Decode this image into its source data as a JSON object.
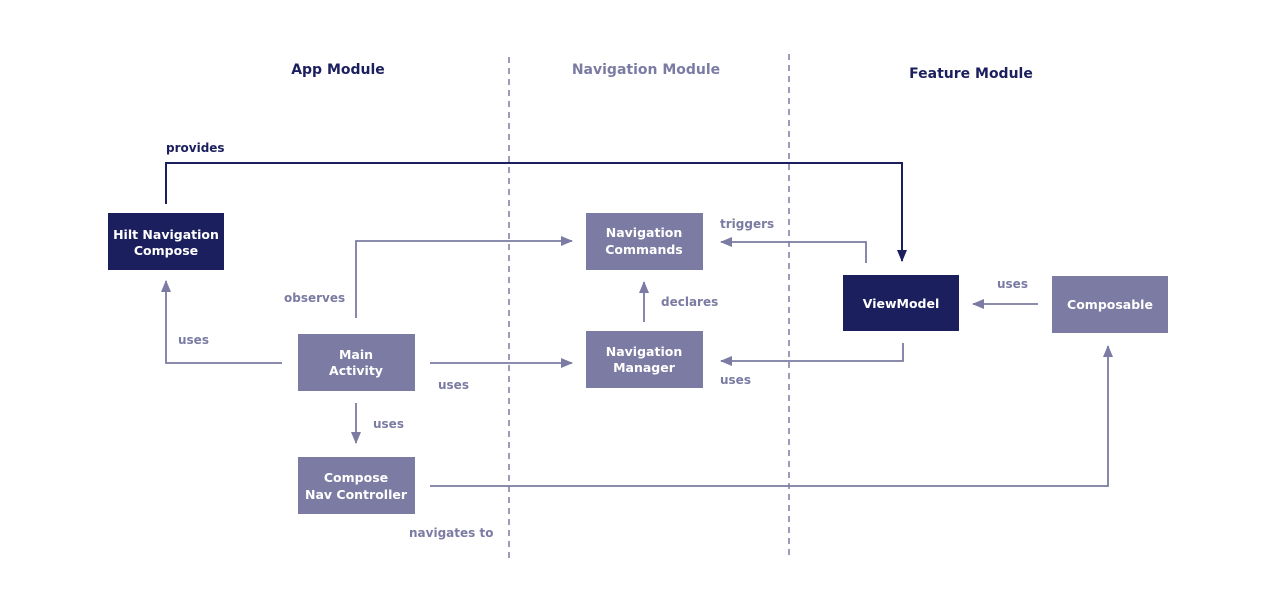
{
  "colors": {
    "dark": "#1c1f5e",
    "muted": "#7b7ba3",
    "white": "#ffffff"
  },
  "modules": {
    "app": "App Module",
    "navigation": "Navigation Module",
    "feature": "Feature Module"
  },
  "nodes": {
    "hilt": {
      "line1": "Hilt Navigation",
      "line2": "Compose"
    },
    "main_activity": {
      "line1": "Main",
      "line2": "Activity"
    },
    "compose_nav_controller": {
      "line1": "Compose",
      "line2": "Nav Controller"
    },
    "navigation_commands": {
      "line1": "Navigation",
      "line2": "Commands"
    },
    "navigation_manager": {
      "line1": "Navigation",
      "line2": "Manager"
    },
    "viewmodel": {
      "line1": "ViewModel"
    },
    "composable": {
      "line1": "Composable"
    }
  },
  "edges": {
    "provides": "provides",
    "observes": "observes",
    "uses_hilt": "uses",
    "uses_manager": "uses",
    "uses_controller": "uses",
    "navigates_to": "navigates to",
    "declares": "declares",
    "triggers": "triggers",
    "uses_viewmodel_manager": "uses",
    "uses_composable_viewmodel": "uses"
  }
}
